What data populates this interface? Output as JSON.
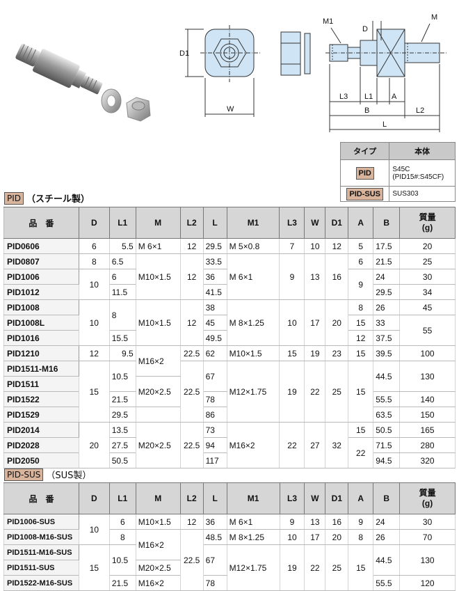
{
  "drawing": {
    "labels": {
      "D1": "D1",
      "W": "W",
      "M1": "M1",
      "D": "D",
      "M": "M",
      "L3": "L3",
      "L1": "L1",
      "A": "A",
      "B": "B",
      "L2": "L2",
      "L": "L"
    }
  },
  "materials": {
    "headers": [
      "タイプ",
      "本体"
    ],
    "rows": [
      {
        "type": "PID",
        "body": "S45C\n(PID15#:S45CF)"
      },
      {
        "type": "PID-SUS",
        "body": "SUS303"
      }
    ]
  },
  "steel": {
    "tag": "PID",
    "title": "（スチール製）",
    "headers": {
      "pn": "品　番",
      "D": "D",
      "L1": "L1",
      "M": "M",
      "L2": "L2",
      "L": "L",
      "M1": "M1",
      "L3": "L3",
      "W": "W",
      "D1": "D1",
      "A": "A",
      "B": "B",
      "mass": "質量\n(g)"
    },
    "part_numbers": [
      "PID0606",
      "PID0807",
      "PID1006",
      "PID1012",
      "PID1008",
      "PID1008L",
      "PID1016",
      "PID1210",
      "PID1511-M16",
      "PID1511",
      "PID1522",
      "PID1529",
      "PID2014",
      "PID2028",
      "PID2050"
    ],
    "D": [
      "6",
      "8",
      "10",
      "10",
      "12",
      "15",
      "20"
    ],
    "L1": [
      "5.5",
      "6.5",
      "6",
      "11.5",
      "8",
      "15.5",
      "9.5",
      "10.5",
      "21.5",
      "29.5",
      "13.5",
      "27.5",
      "50.5"
    ],
    "M": [
      "M 6×1",
      "M10×1.5",
      "M10×1.5",
      "M16×2",
      "M20×2.5",
      "M20×2.5"
    ],
    "L2": [
      "12",
      "12",
      "12",
      "22.5",
      "22.5",
      "22.5"
    ],
    "L": [
      "29.5",
      "33.5",
      "36",
      "41.5",
      "38",
      "45",
      "49.5",
      "62",
      "67",
      "78",
      "86",
      "73",
      "94",
      "117"
    ],
    "M1": [
      "M 5×0.8",
      "M 6×1",
      "M 8×1.25",
      "M10×1.5",
      "M12×1.75",
      "M16×2"
    ],
    "L3": [
      "7",
      "9",
      "10",
      "15",
      "19",
      "22"
    ],
    "W": [
      "10",
      "13",
      "17",
      "19",
      "22",
      "27"
    ],
    "D1": [
      "12",
      "16",
      "20",
      "23",
      "25",
      "32"
    ],
    "A": [
      "5",
      "6",
      "9",
      "8",
      "15",
      "12",
      "15",
      "15",
      "15",
      "22"
    ],
    "B": [
      "17.5",
      "21.5",
      "24",
      "29.5",
      "26",
      "33",
      "37.5",
      "39.5",
      "44.5",
      "55.5",
      "63.5",
      "50.5",
      "71.5",
      "94.5"
    ],
    "mass": [
      "20",
      "25",
      "30",
      "34",
      "45",
      "55",
      "100",
      "130",
      "140",
      "150",
      "165",
      "280",
      "320"
    ]
  },
  "sus": {
    "tag": "PID-SUS",
    "title": "（SUS製）",
    "headers": {
      "pn": "品　番",
      "D": "D",
      "L1": "L1",
      "M": "M",
      "L2": "L2",
      "L": "L",
      "M1": "M1",
      "L3": "L3",
      "W": "W",
      "D1": "D1",
      "A": "A",
      "B": "B",
      "mass": "質量\n(g)"
    },
    "part_numbers": [
      "PID1006-SUS",
      "PID1008-M16-SUS",
      "PID1511-M16-SUS",
      "PID1511-SUS",
      "PID1522-M16-SUS"
    ],
    "D": [
      "10",
      "15"
    ],
    "L1": [
      "6",
      "8",
      "10.5",
      "21.5"
    ],
    "M": [
      "M10×1.5",
      "M16×2",
      "M20×2.5",
      "M16×2"
    ],
    "L2": [
      "12",
      "22.5"
    ],
    "L": [
      "36",
      "48.5",
      "67",
      "78"
    ],
    "M1": [
      "M 6×1",
      "M 8×1.25",
      "M12×1.75"
    ],
    "L3": [
      "9",
      "10",
      "19"
    ],
    "W": [
      "13",
      "17",
      "22"
    ],
    "D1": [
      "16",
      "20",
      "25"
    ],
    "A": [
      "9",
      "8",
      "15"
    ],
    "B": [
      "24",
      "26",
      "44.5",
      "55.5"
    ],
    "mass": [
      "30",
      "70",
      "130",
      "120"
    ]
  }
}
